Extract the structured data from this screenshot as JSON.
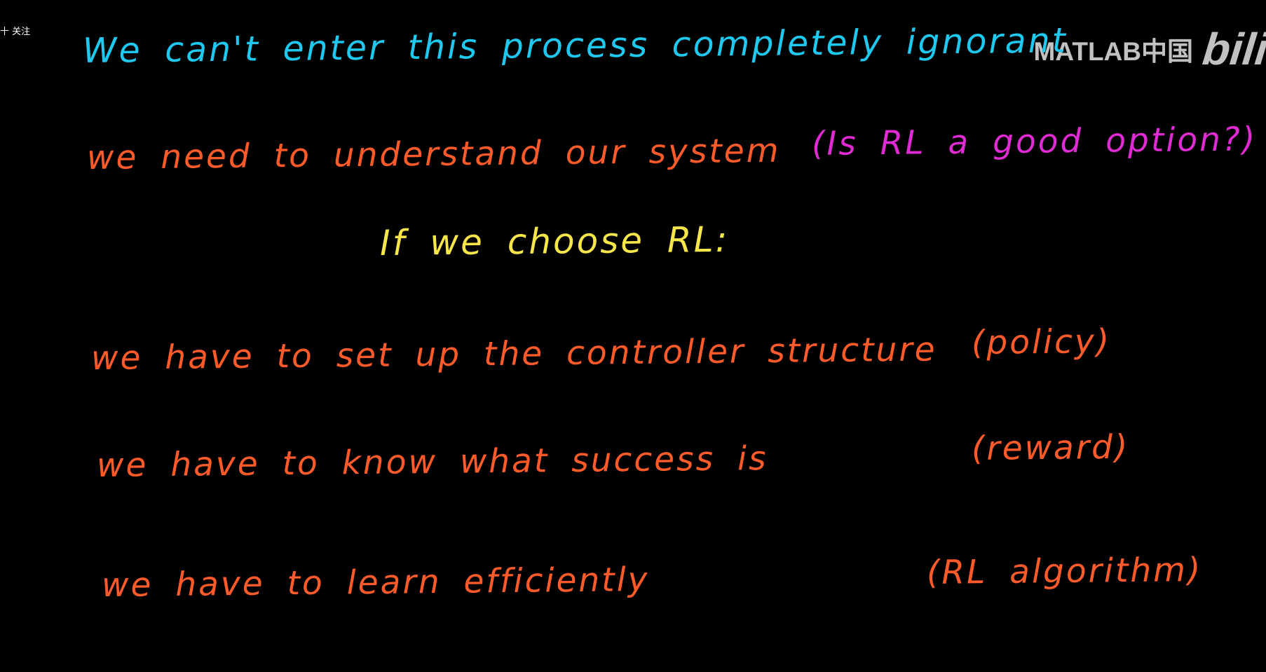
{
  "overlay": {
    "follow_label": "十 关注"
  },
  "watermark": {
    "brand_text": "MATLAB中国",
    "platform_logo_text": "bilibili"
  },
  "board": {
    "line1": "We can't enter this process completely ignorant",
    "line2": "we need to understand our system",
    "line2_note": "(Is RL a good option?)",
    "line3": "If we choose RL:",
    "line4": "we have to set up the controller structure",
    "line4_note": "(policy)",
    "line5": "we have to know what success is",
    "line5_note": "(reward)",
    "line6": "we have to learn efficiently",
    "line6_note": "(RL algorithm)"
  },
  "colors": {
    "background": "#000000",
    "cyan": "#1fc8ee",
    "orange": "#ff5b2a",
    "magenta": "#e02ad3",
    "yellow": "#f7e64a",
    "watermark": "#d2d2d2"
  }
}
